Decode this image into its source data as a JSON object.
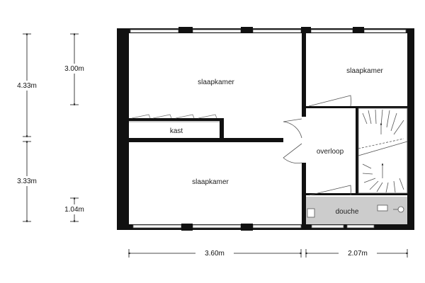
{
  "rooms": {
    "bedroom_top_left": "slaapkamer",
    "bedroom_top_right": "slaapkamer",
    "bedroom_bottom": "slaapkamer",
    "closet": "kast",
    "landing": "overloop",
    "shower": "douche"
  },
  "dimensions": {
    "left_outer_top": "4.33m",
    "left_outer_bottom": "3.33m",
    "left_inner_top": "3.00m",
    "left_inner_bottom": "1.04m",
    "bottom_left": "3.60m",
    "bottom_right": "2.07m"
  },
  "colors": {
    "wall": "#111111",
    "window_frame": "#555555",
    "shower_floor": "#cccccc",
    "dimension_line": "#111111"
  }
}
